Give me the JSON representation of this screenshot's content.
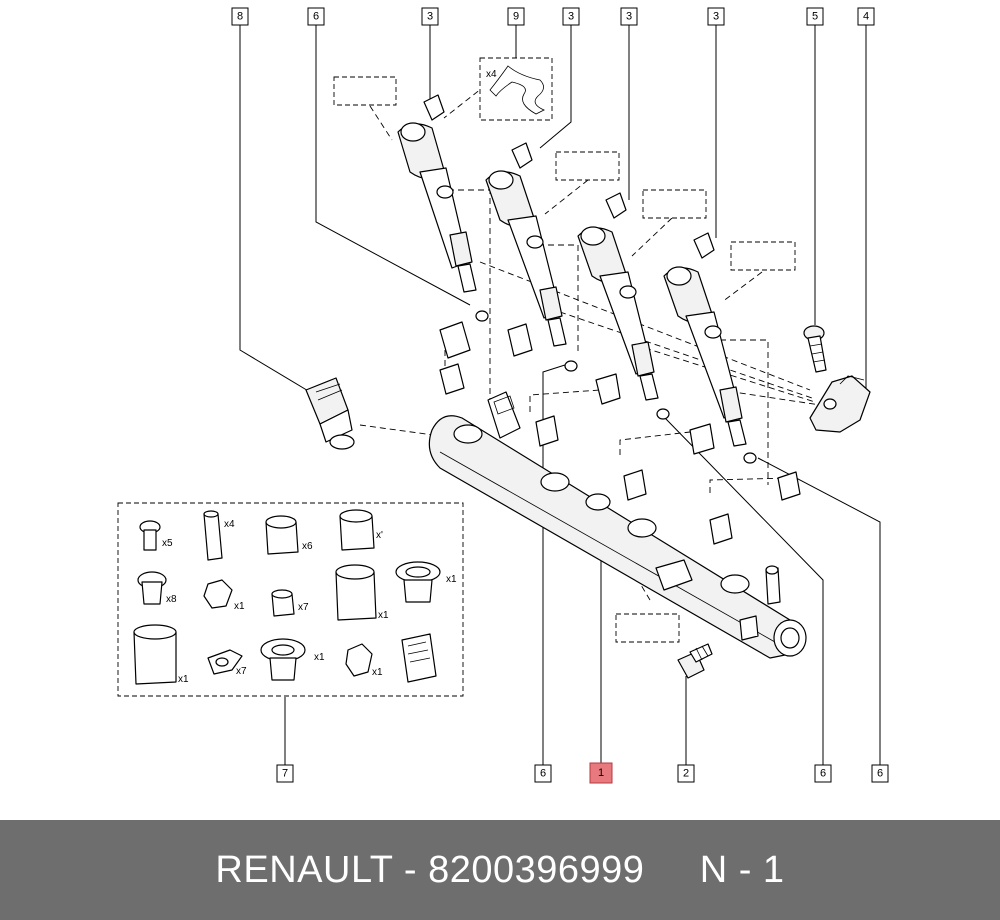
{
  "callouts": {
    "c8": "8",
    "c6a": "6",
    "c3a": "3",
    "c9": "9",
    "c3b": "3",
    "c3c": "3",
    "c3d": "3",
    "c5": "5",
    "c4": "4",
    "c7": "7",
    "c6b": "6",
    "c1": "1",
    "c2": "2",
    "c6c": "6",
    "c6d": "6"
  },
  "quantities": {
    "clip": "x4",
    "k1": "x5",
    "k2": "x4",
    "k3": "x6",
    "k4": "x'",
    "k5": "x8",
    "k6": "x1",
    "k7": "x7",
    "k8": "x1",
    "k9": "x1",
    "k10": "x1",
    "k11": "x7",
    "k12": "x1",
    "k13": "x1"
  },
  "footer": {
    "brand": "RENAULT",
    "separator": " - ",
    "part_number": "8200396999",
    "suffix": "N - 1"
  },
  "colors": {
    "footer_bg": "#6e6e6e",
    "highlight": "#e8797f"
  }
}
